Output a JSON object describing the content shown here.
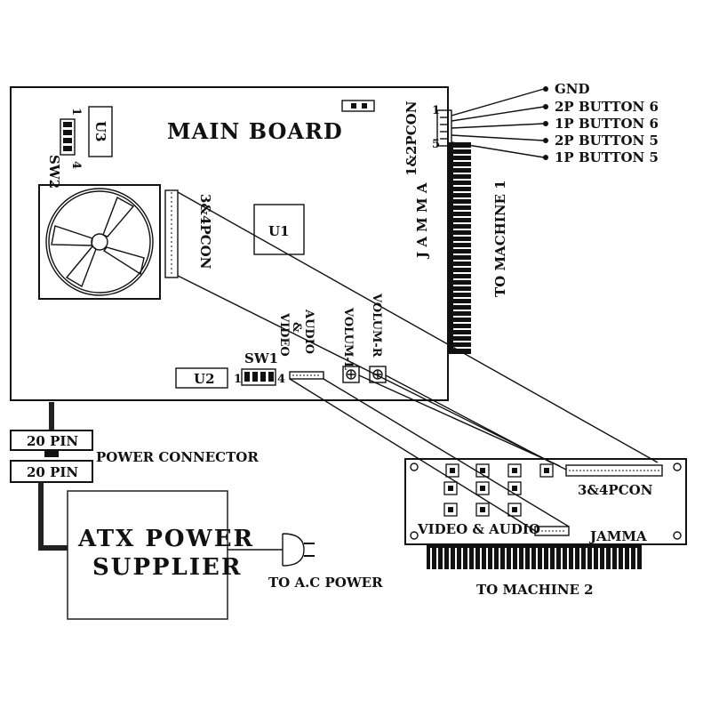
{
  "main_board": {
    "title": "MAIN BOARD",
    "sw2": "SW2",
    "sw2_pin_start": "1",
    "sw2_pin_end": "4",
    "u3": "U3",
    "u1": "U1",
    "u2": "U2",
    "sw1": "SW1",
    "sw1_pin_start": "1",
    "sw1_pin_end": "4",
    "con34": "3&4PCON",
    "con12": "1&2PCON",
    "con12_pin_start": "1",
    "con12_pin_end": "5",
    "video_audio": [
      "VIDEO",
      "&",
      "AUDIO"
    ],
    "volume_l": "VOLUM-L",
    "volume_r": "VOLUM-R",
    "jamma": "J A M M A",
    "to_machine1": "TO MACHINE 1"
  },
  "button_labels": [
    "GND",
    "2P BUTTON 6",
    "1P BUTTON 6",
    "2P BUTTON 5",
    "1P BUTTON 5"
  ],
  "power": {
    "pin_top": "20 PIN",
    "pin_bottom": "20 PIN",
    "connector": "POWER CONNECTOR",
    "supply_line1": "ATX POWER",
    "supply_line2": "SUPPLIER",
    "ac": "TO A.C POWER"
  },
  "machine2": {
    "con34": "3&4PCON",
    "video_audio": "VIDEO & AUDIO",
    "jamma": "JAMMA",
    "label": "TO MACHINE 2"
  }
}
